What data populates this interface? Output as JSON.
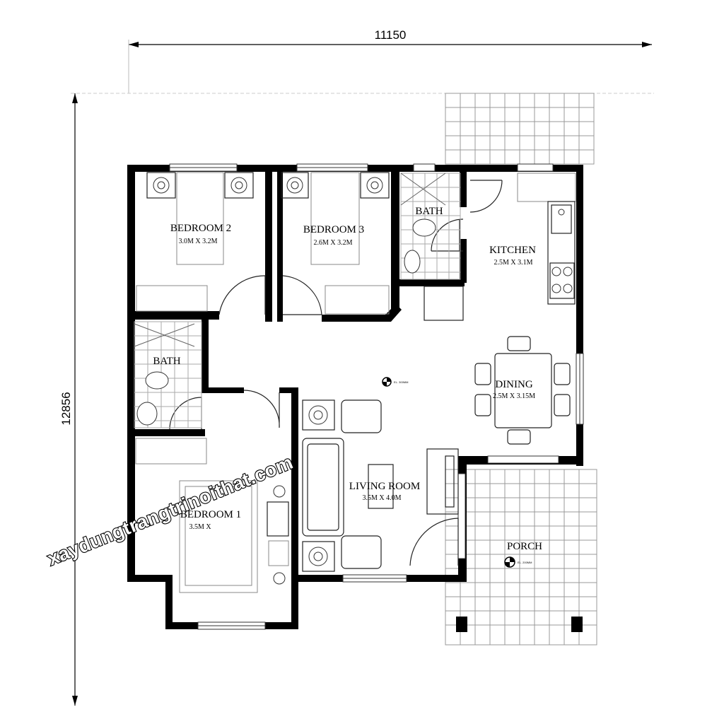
{
  "dimensions": {
    "width": "11150",
    "height": "12856"
  },
  "rooms": {
    "bedroom2": {
      "name": "BEDROOM 2",
      "size": "3.0M X 3.2M"
    },
    "bedroom3": {
      "name": "BEDROOM 3",
      "size": "2.6M X 3.2M"
    },
    "bath_top": {
      "name": "BATH"
    },
    "kitchen": {
      "name": "KITCHEN",
      "size": "2.5M X 3.1M"
    },
    "bath_left": {
      "name": "BATH"
    },
    "dining": {
      "name": "DINING",
      "size": "2.5M X 3.15M"
    },
    "living": {
      "name": "LIVING ROOM",
      "size": "3.5M X 4.0M"
    },
    "bedroom1": {
      "name": "BEDROOM 1",
      "size": "3.5M X"
    },
    "porch": {
      "name": "PORCH"
    }
  },
  "elevation_tags": {
    "living": "EL. 300MM",
    "porch": "EL. 200MM"
  },
  "watermark": "xaydungtrangtrinoithat.com"
}
